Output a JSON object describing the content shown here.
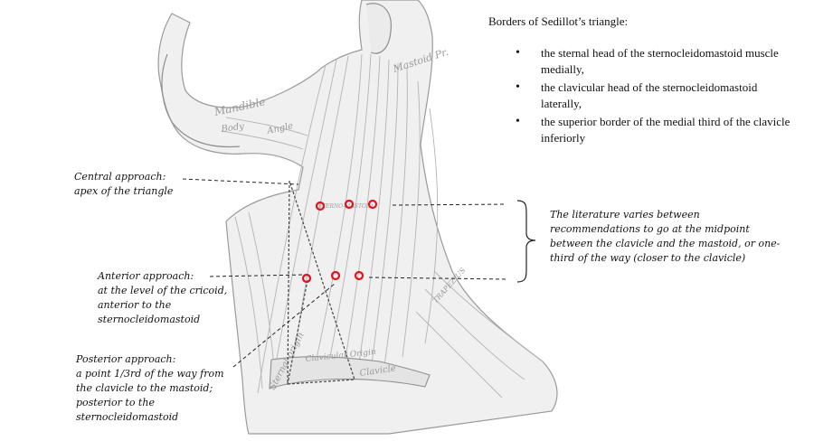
{
  "borders": {
    "title": "Borders of Sedillot’s triangle:",
    "items": [
      "the sternal head of the sternocleidomastoid muscle medially,",
      "the clavicular head of the sternocleidomastoid laterally,",
      "the superior border of the medial third of the clavicle inferiorly"
    ]
  },
  "labels": {
    "central": [
      "Central approach:",
      "apex of the triangle"
    ],
    "anterior": [
      "Anterior approach:",
      "at the level of the cricoid,",
      "anterior to the",
      "sternocleidomastoid"
    ],
    "posterior": [
      "Posterior approach:",
      "a point 1/3rd of the way from",
      "the clavicle to the mastoid;",
      "posterior to the",
      "sternocleidomastoid"
    ],
    "literature": [
      "The literature varies between",
      "recommendations to go at the midpoint",
      "between the clavicle and the mastoid, or one-",
      "third of the way (closer to the clavicle)"
    ]
  },
  "anatomy_labels": {
    "mandible": "Mandible",
    "body": "Body",
    "angle": "Angle",
    "mastoid": "Mastoid Pr.",
    "sternomastoid": "STERNO-MASTOID",
    "sternal_origin": "Sternal origin",
    "clavicular_origin": "Clavicular Origin",
    "clavicle": "Clavicle",
    "trapezius": "TRAPEZIUS"
  },
  "colors": {
    "marker": "#e0141e",
    "line": "#222222",
    "anatomy": "#8a8a8a"
  }
}
